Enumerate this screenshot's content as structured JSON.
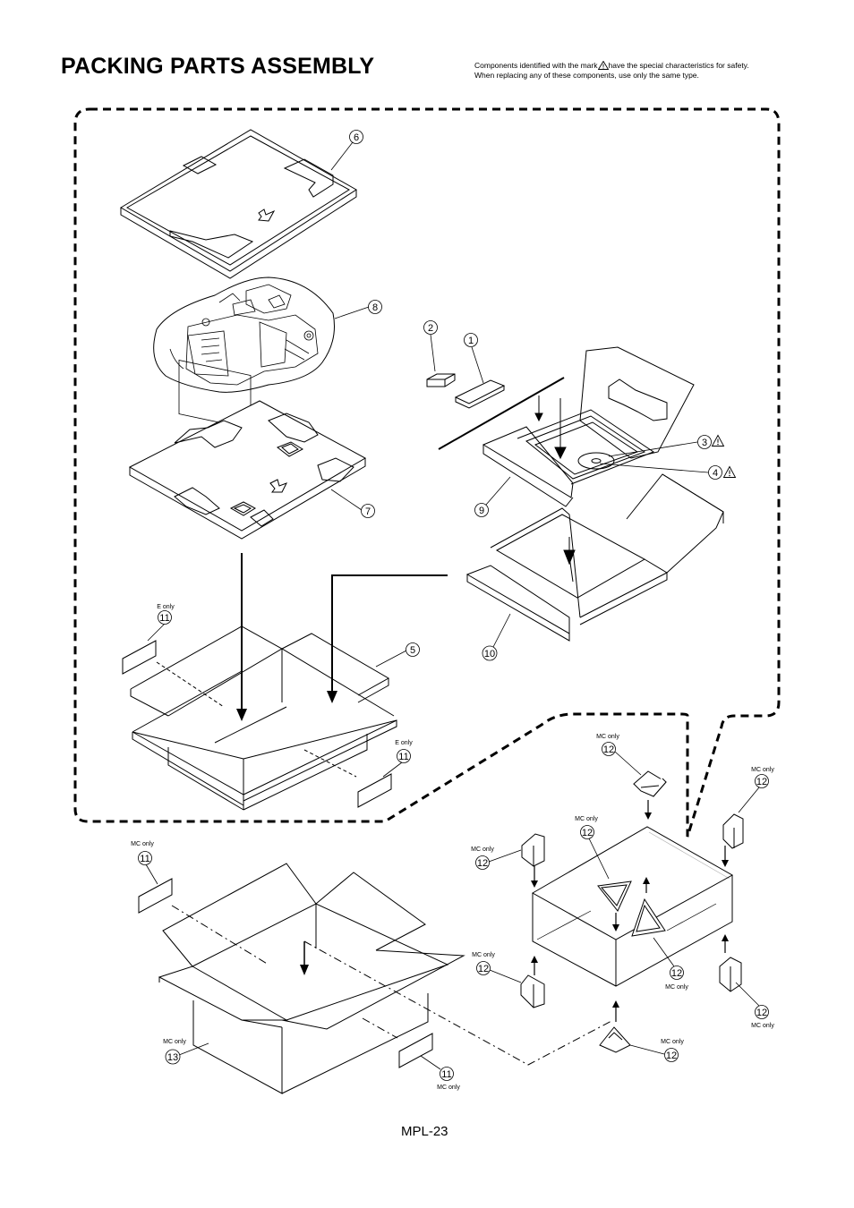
{
  "page_title": "PACKING PARTS ASSEMBLY",
  "safety_note": {
    "line1_pre": "Components identified with the mark",
    "line1_post": "have the special characteristics for safety.",
    "line2": "When replacing any of these components, use only the same type."
  },
  "page_label": "MPL-23",
  "callouts": {
    "c1": "1",
    "c2": "2",
    "c3": "3",
    "c4": "4",
    "c5": "5",
    "c6": "6",
    "c7": "7",
    "c8": "8",
    "c9": "9",
    "c10": "10",
    "c11": "11",
    "c12": "12",
    "c13": "13"
  },
  "notes": {
    "e_only": "E only",
    "mc_only": "MC only"
  }
}
